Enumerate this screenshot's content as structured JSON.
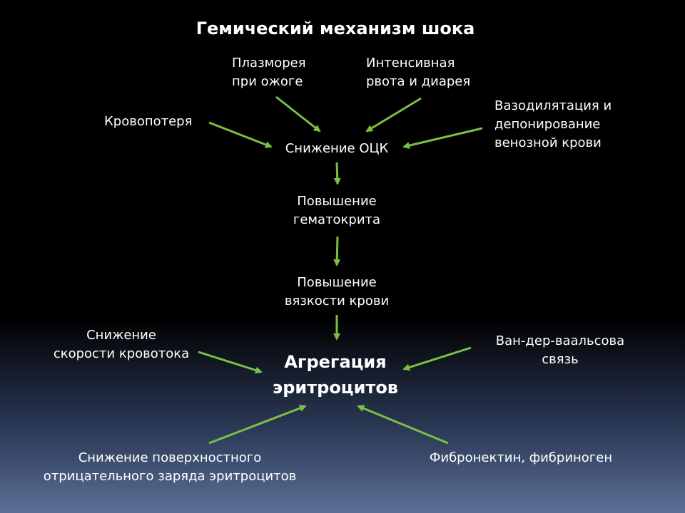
{
  "title": "Гемический механизм шока",
  "nodes": {
    "plasmorrhea": [
      "Плазморея",
      "при ожоге"
    ],
    "vomiting": [
      "Интенсивная",
      "рвота и диарея"
    ],
    "blood_loss": [
      "Кровопотеря"
    ],
    "vasodilation": [
      "Вазодилятация и",
      "депонирование",
      "венозной крови"
    ],
    "occ_decrease": [
      "Снижение ОЦК"
    ],
    "hematocrit": [
      "Повышение",
      "гематокрита"
    ],
    "viscosity": [
      "Повышение",
      "вязкости крови"
    ],
    "flow_decrease": [
      "Снижение",
      "скорости кровотока"
    ],
    "aggregation": [
      "Агрегация",
      "эритроцитов"
    ],
    "vdw": [
      "Ван-дер-ваальсова",
      "связь"
    ],
    "surface_charge": [
      "Снижение поверхностного",
      "отрицательного заряда эритроцитов"
    ],
    "fibronectin": [
      "Фибронектин, фибриноген"
    ]
  },
  "colors": {
    "arrow": "#7bc043",
    "text": "#ffffff"
  }
}
